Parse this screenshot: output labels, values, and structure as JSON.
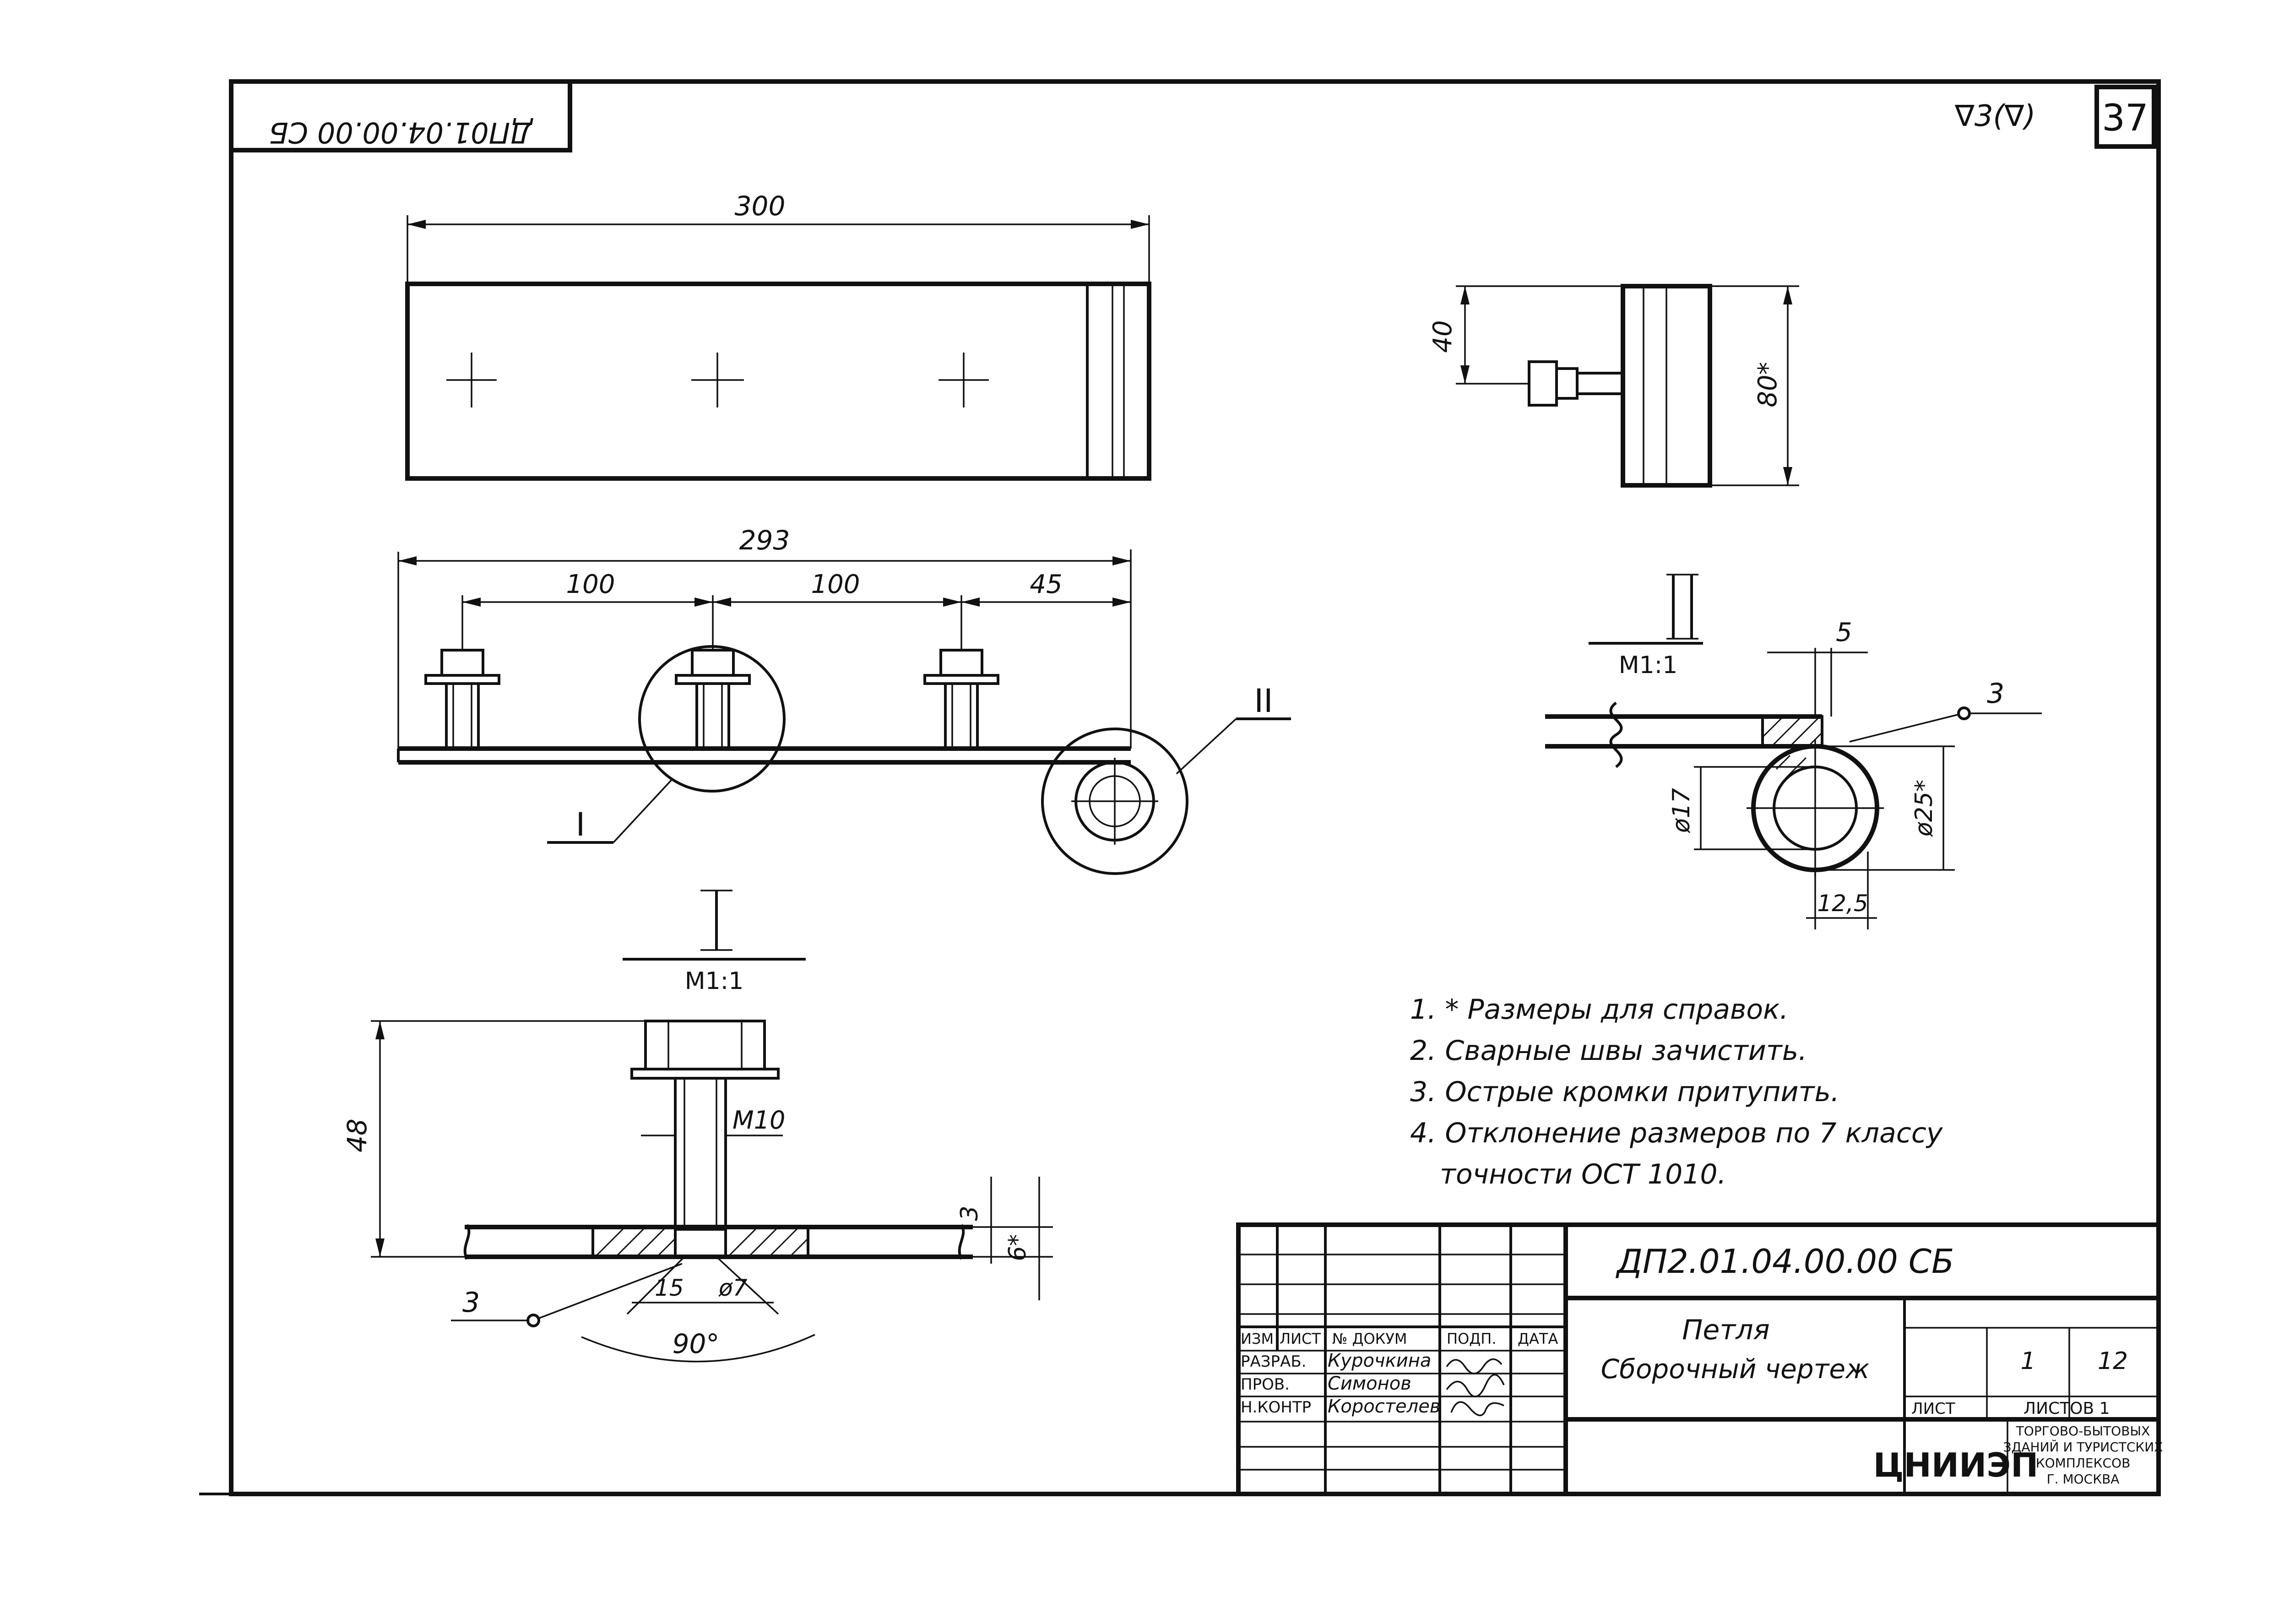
{
  "header": {
    "code_stamp_mirrored": "ДП01.04.00.00 СБ",
    "roughness": "∇3(∇)",
    "sheet_number": "37"
  },
  "top_view": {
    "dim_length": "300"
  },
  "front_view": {
    "dim_total": "293",
    "dim_pitch_1": "100",
    "dim_pitch_2": "100",
    "dim_end": "45",
    "detail_I_callout": "I",
    "detail_II_callout": "II"
  },
  "side_view": {
    "dim_height": "40",
    "dim_width": "80*"
  },
  "detail_II": {
    "roman": "II",
    "scale": "M1:1",
    "dim_weld_length": "5",
    "weld_mark": "3",
    "dim_inner": "ø17",
    "dim_outer": "ø25*",
    "dim_offset": "12,5"
  },
  "detail_I": {
    "roman": "I",
    "scale": "M1:1",
    "dim_height": "48",
    "thread": "M10",
    "dim_plate": "3",
    "dim_plate2": "6*",
    "weld_mark": "3",
    "dim_15": "15",
    "dim_hole": "ø7",
    "dim_angle": "90°"
  },
  "notes": [
    "1. * Размеры для справок.",
    "2. Сварные швы зачистить.",
    "3. Острые кромки притупить.",
    "4. Отклонение размеров по 7 классу",
    "точности ОСТ 1010."
  ],
  "title_block": {
    "designation": "ДП2.01.04.00.00 СБ",
    "name_line1": "Петля",
    "name_line2": "Сборочный чертеж",
    "hdr_izm": "ИЗМ",
    "hdr_list": "ЛИСТ",
    "hdr_docum": "№ ДОКУМ",
    "hdr_podp": "ПОДП.",
    "hdr_data": "ДАТА",
    "row_razrab": "РАЗРАБ.",
    "row_prov": "ПРОВ.",
    "row_nkontr": "Н.КОНТР",
    "name_razrab": "Курочкина",
    "name_prov": "Симонов",
    "name_nkontr": "Коростелев",
    "lit_value": "1",
    "sheet_total": "12",
    "lbl_list": "ЛИСТ",
    "lbl_listov": "ЛИСТОВ 1",
    "org_logo": "ЦНИИЭП",
    "org_line1": "ТОРГОВО-БЫТОВЫХ",
    "org_line2": "ЗДАНИЙ И ТУРИСТСКИХ",
    "org_line3": "КОМПЛЕКСОВ",
    "org_line4": "Г. МОСКВА"
  }
}
